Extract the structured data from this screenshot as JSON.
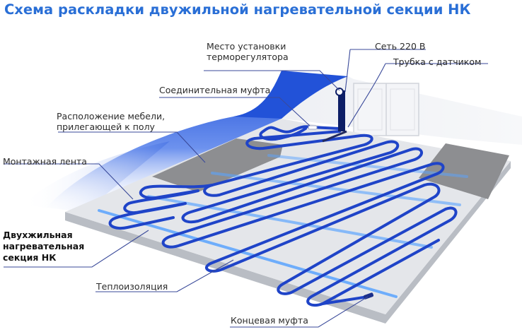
{
  "title": "Схема раскладки двужильной нагревательной секции НК",
  "labels": {
    "thermostat": [
      "Место установки",
      "терморегулятора"
    ],
    "network": "Сеть 220 В",
    "sensor_tube": "Трубка с датчиком",
    "coupling": "Соединительная муфта",
    "furniture": [
      "Расположение мебели,",
      "прилегающей к полу"
    ],
    "tape": "Монтажная лента",
    "section": [
      "Двухжильная",
      "нагревательная",
      "секция НК"
    ],
    "insulation": "Теплоизоляция",
    "end_coupling": "Концевая муфта"
  },
  "colors": {
    "title": "#2a6fd6",
    "cable": "#1f44c8",
    "tape": "#5aa4ff",
    "floor": "#e4e6ea",
    "furniture_zone": "#8d8e91",
    "wall": "#2d5ad8",
    "leader": "#3a4a9a"
  }
}
